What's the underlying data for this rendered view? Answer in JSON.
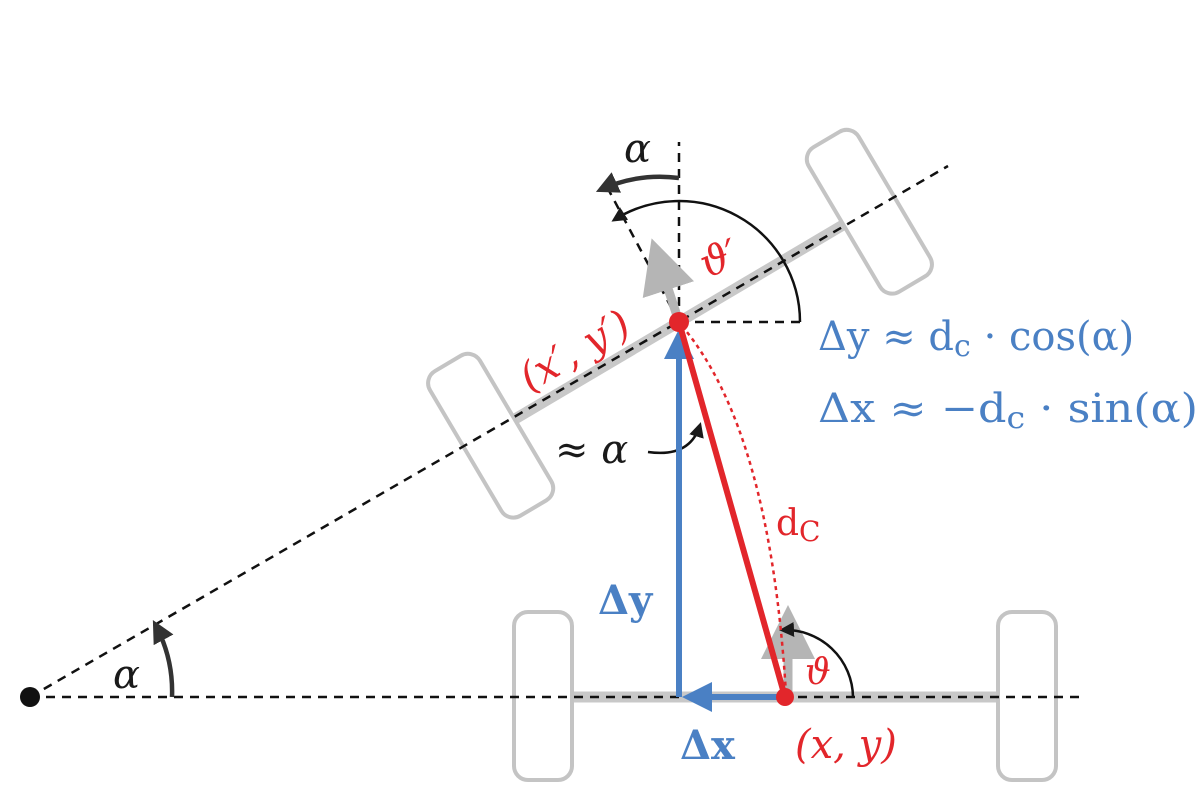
{
  "labels": {
    "alpha_origin": "α",
    "alpha_top": "α",
    "alpha_approx": "≈ α",
    "theta_prime": "ϑ′",
    "theta": "ϑ",
    "pos_prime": "(x′, y′)",
    "pos": "(x, y)",
    "delta_y": "Δy",
    "delta_x": "Δx",
    "d_c": "d",
    "d_c_sub": "C",
    "eq_dy": "Δy ≈ d",
    "eq_dy_sub": "c",
    "eq_dy_rest": " · cos(α)",
    "eq_dx": "Δx ≈ −d",
    "eq_dx_sub": "c",
    "eq_dx_rest": " · sin(α)"
  },
  "colors": {
    "blue": "#4a80c4",
    "red": "#e2262b",
    "axle_gray": "#c8c8c8",
    "wheel_stroke": "#c4c4c4",
    "dark": "#1a1a1a"
  }
}
